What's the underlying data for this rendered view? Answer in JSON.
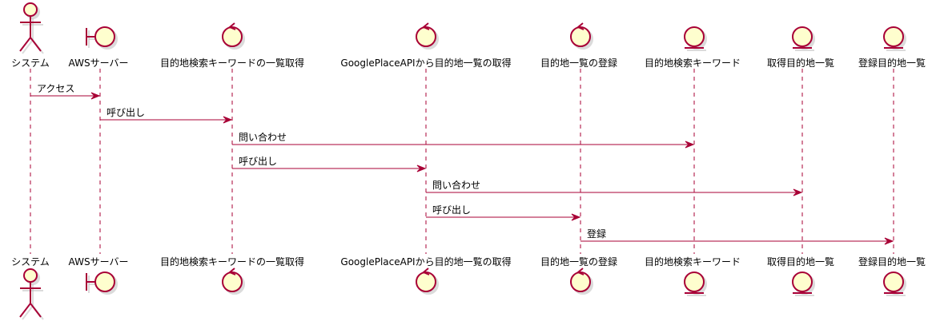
{
  "diagram": {
    "type": "sequence",
    "participants": [
      {
        "id": "system",
        "label": "システム",
        "kind": "actor"
      },
      {
        "id": "aws",
        "label": "AWSサーバー",
        "kind": "boundary"
      },
      {
        "id": "kwget",
        "label": "目的地検索キーワードの一覧取得",
        "kind": "control"
      },
      {
        "id": "gapi",
        "label": "GooglePlaceAPIから目的地一覧の取得",
        "kind": "control"
      },
      {
        "id": "reg",
        "label": "目的地一覧の登録",
        "kind": "control"
      },
      {
        "id": "kw",
        "label": "目的地検索キーワード",
        "kind": "entity"
      },
      {
        "id": "got",
        "label": "取得目的地一覧",
        "kind": "entity"
      },
      {
        "id": "regd",
        "label": "登録目的地一覧",
        "kind": "entity"
      }
    ],
    "messages": [
      {
        "from": "system",
        "to": "aws",
        "label": "アクセス"
      },
      {
        "from": "aws",
        "to": "kwget",
        "label": "呼び出し"
      },
      {
        "from": "kwget",
        "to": "kw",
        "label": "問い合わせ"
      },
      {
        "from": "kwget",
        "to": "gapi",
        "label": "呼び出し"
      },
      {
        "from": "gapi",
        "to": "got",
        "label": "問い合わせ"
      },
      {
        "from": "gapi",
        "to": "reg",
        "label": "呼び出し"
      },
      {
        "from": "reg",
        "to": "regd",
        "label": "登録"
      }
    ],
    "colors": {
      "line": "#A80036",
      "fill": "#FEFECE",
      "text": "#000000",
      "shadow": "#b8b8b8"
    }
  }
}
